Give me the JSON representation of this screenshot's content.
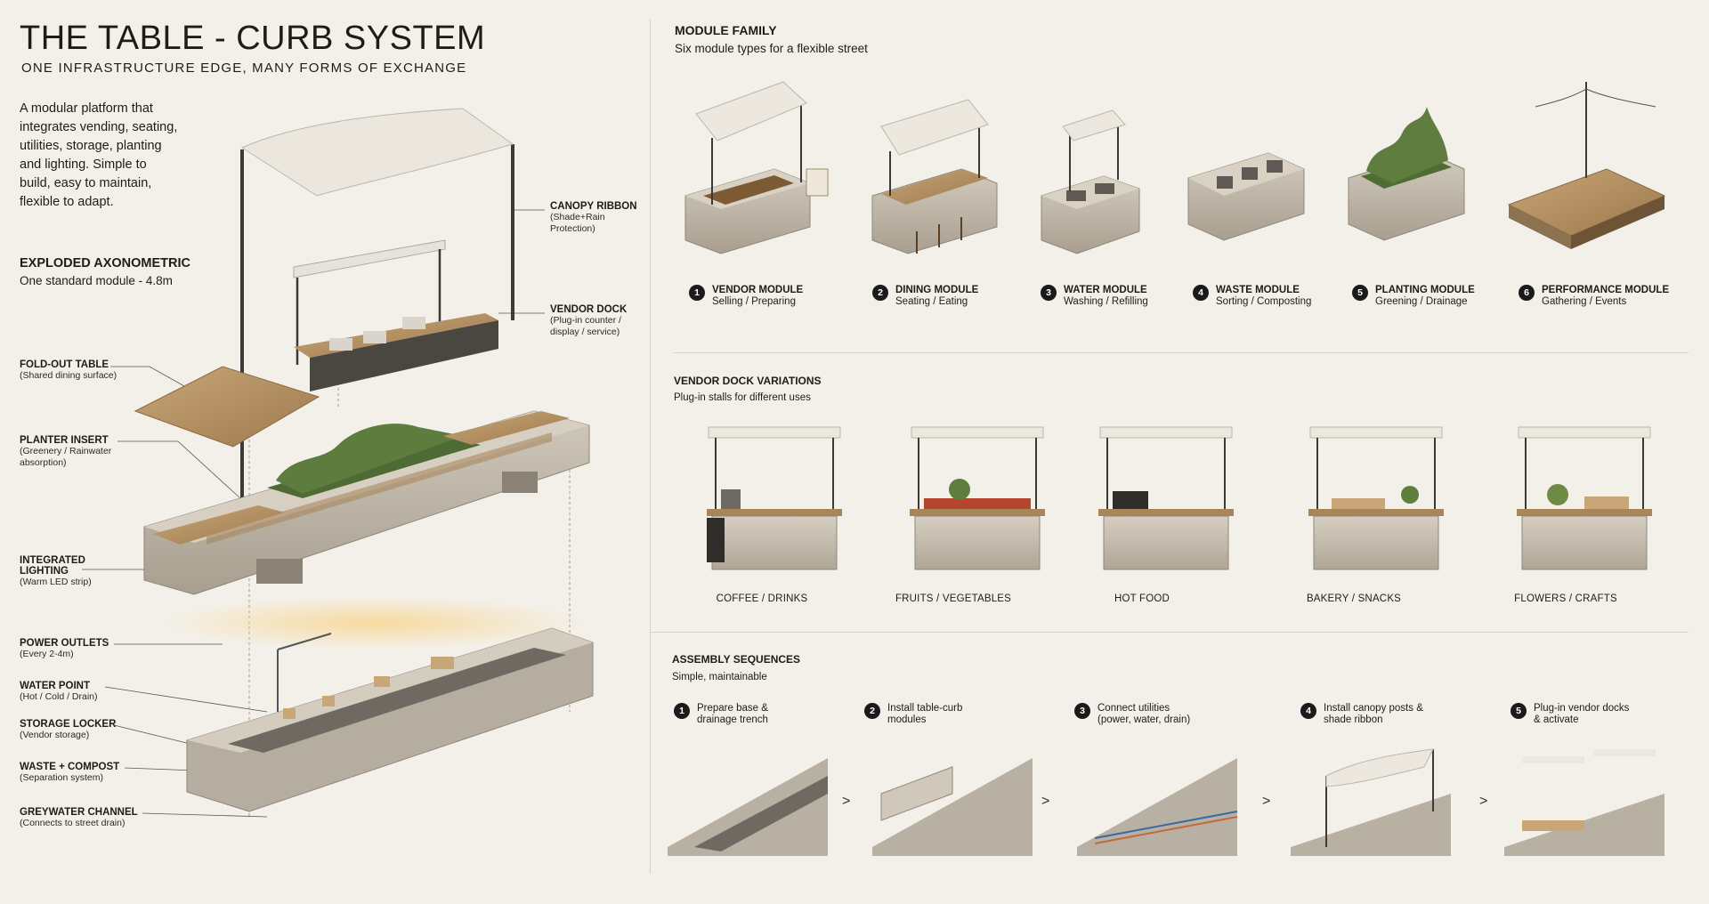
{
  "header": {
    "title": "THE TABLE - CURB SYSTEM",
    "subtitle": "ONE INFRASTRUCTURE EDGE, MANY FORMS OF EXCHANGE",
    "intro": [
      "A modular platform that",
      "integrates vending, seating,",
      "utilities, storage, planting",
      "and lighting. Simple to",
      "build, easy to maintain,",
      "flexible to adapt."
    ]
  },
  "exploded": {
    "heading": "EXPLODED AXONOMETRIC",
    "sub": "One standard module - 4.8m",
    "callouts_left": [
      {
        "h": "FOLD-OUT TABLE",
        "s": [
          "(Shared dining surface)"
        ]
      },
      {
        "h": "PLANTER INSERT",
        "s": [
          "(Greenery / Rainwater",
          "absorption)"
        ]
      },
      {
        "h": "INTEGRATED",
        "h2": "LIGHTING",
        "s": [
          "(Warm LED strip)"
        ]
      },
      {
        "h": "POWER OUTLETS",
        "s": [
          "(Every 2-4m)"
        ]
      },
      {
        "h": "WATER POINT",
        "s": [
          "(Hot / Cold / Drain)"
        ]
      },
      {
        "h": "STORAGE LOCKER",
        "s": [
          "(Vendor storage)"
        ]
      },
      {
        "h": "WASTE + COMPOST",
        "s": [
          "(Separation system)"
        ]
      },
      {
        "h": "GREYWATER CHANNEL",
        "s": [
          "(Connects to street drain)"
        ]
      }
    ],
    "callouts_right": [
      {
        "h": "CANOPY RIBBON",
        "s": [
          "(Shade+Rain",
          "Protection)"
        ]
      },
      {
        "h": "VENDOR DOCK",
        "s": [
          "(Plug-in counter /",
          "display / service)"
        ]
      }
    ]
  },
  "module_family": {
    "heading": "MODULE FAMILY",
    "sub": "Six module types for a flexible street",
    "modules": [
      {
        "n": "1",
        "h": "VENDOR MODULE",
        "s": "Selling / Preparing"
      },
      {
        "n": "2",
        "h": "DINING MODULE",
        "s": "Seating / Eating"
      },
      {
        "n": "3",
        "h": "WATER MODULE",
        "s": "Washing / Refilling"
      },
      {
        "n": "4",
        "h": "WASTE MODULE",
        "s": "Sorting / Composting"
      },
      {
        "n": "5",
        "h": "PLANTING MODULE",
        "s": "Greening / Drainage"
      },
      {
        "n": "6",
        "h": "PERFORMANCE MODULE",
        "s": "Gathering / Events"
      }
    ]
  },
  "vendor_dock": {
    "heading": "VENDOR DOCK VARIATIONS",
    "sub": "Plug-in stalls for different uses",
    "variations": [
      "COFFEE / DRINKS",
      "FRUITS / VEGETABLES",
      "HOT FOOD",
      "BAKERY / SNACKS",
      "FLOWERS / CRAFTS"
    ]
  },
  "assembly": {
    "heading": "ASSEMBLY SEQUENCES",
    "sub": "Simple, maintainable",
    "steps": [
      {
        "n": "1",
        "l1": "Prepare base &",
        "l2": "drainage trench"
      },
      {
        "n": "2",
        "l1": "Install table-curb",
        "l2": "modules"
      },
      {
        "n": "3",
        "l1": "Connect utilities",
        "l2": "(power, water, drain)"
      },
      {
        "n": "4",
        "l1": "Install canopy posts &",
        "l2": "shade ribbon"
      },
      {
        "n": "5",
        "l1": "Plug-in vendor docks",
        "l2": "& activate"
      }
    ],
    "arrow": ">"
  }
}
